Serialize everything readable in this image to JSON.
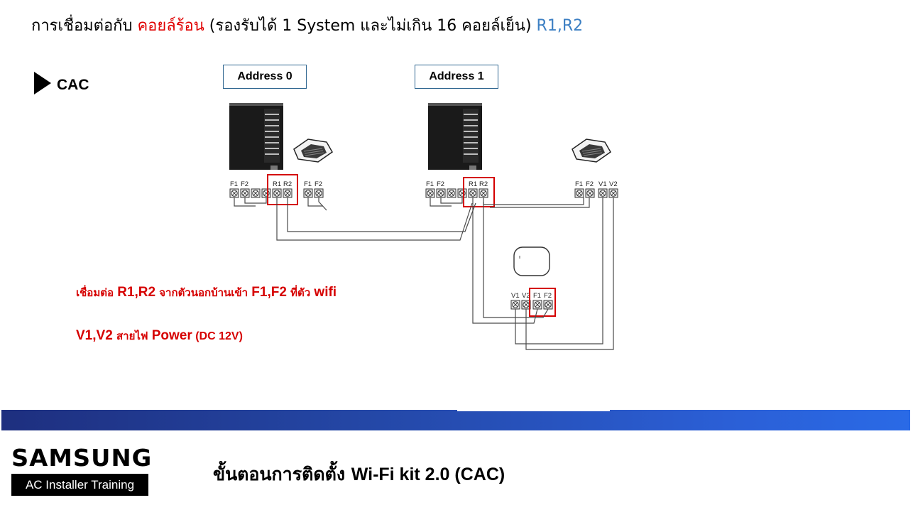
{
  "title": {
    "part1": "การเชื่อมต่อกับ ",
    "highlight": "คอยล์ร้อน",
    "part2": " (รองรับได้ 1 System และไม่เกิน 16 คอยล์เย็น) ",
    "terminals": "R1,R2"
  },
  "section_label": "CAC",
  "addresses": [
    "Address 0",
    "Address 1"
  ],
  "terminal_labels": {
    "odu0": [
      "F1",
      "F2",
      "R1",
      "R2",
      "F1",
      "F2"
    ],
    "odu1": [
      "F1",
      "F2",
      "R1",
      "R2"
    ],
    "idu": [
      "F1",
      "F2",
      "V1",
      "V2"
    ],
    "wifi": [
      "V1",
      "V2",
      "F1",
      "F2"
    ]
  },
  "notes": {
    "line1_a": "เชื่อมต่อ ",
    "line1_b": "R1,R2",
    "line1_c": " จากตัวนอกบ้านเข้า ",
    "line1_d": "F1,F2",
    "line1_e": " ที่ตัว ",
    "line1_f": "wifi",
    "line2_a": "V1,V2",
    "line2_b": " สายไฟ ",
    "line2_c": "Power",
    "line2_d": " (DC 12V)"
  },
  "footer": {
    "brand": "SAMSUNG",
    "subtitle": "AC Installer Training",
    "title_thai": "ขั้นตอนการติดตั้ง ",
    "title_latin": " Wi-Fi kit 2.0 (CAC)"
  },
  "colors": {
    "highlight_red": "#e00000",
    "terminal_blue": "#3c7fc3",
    "note_red": "#d60000",
    "address_border": "#2f6690",
    "band": "#2447a6"
  }
}
